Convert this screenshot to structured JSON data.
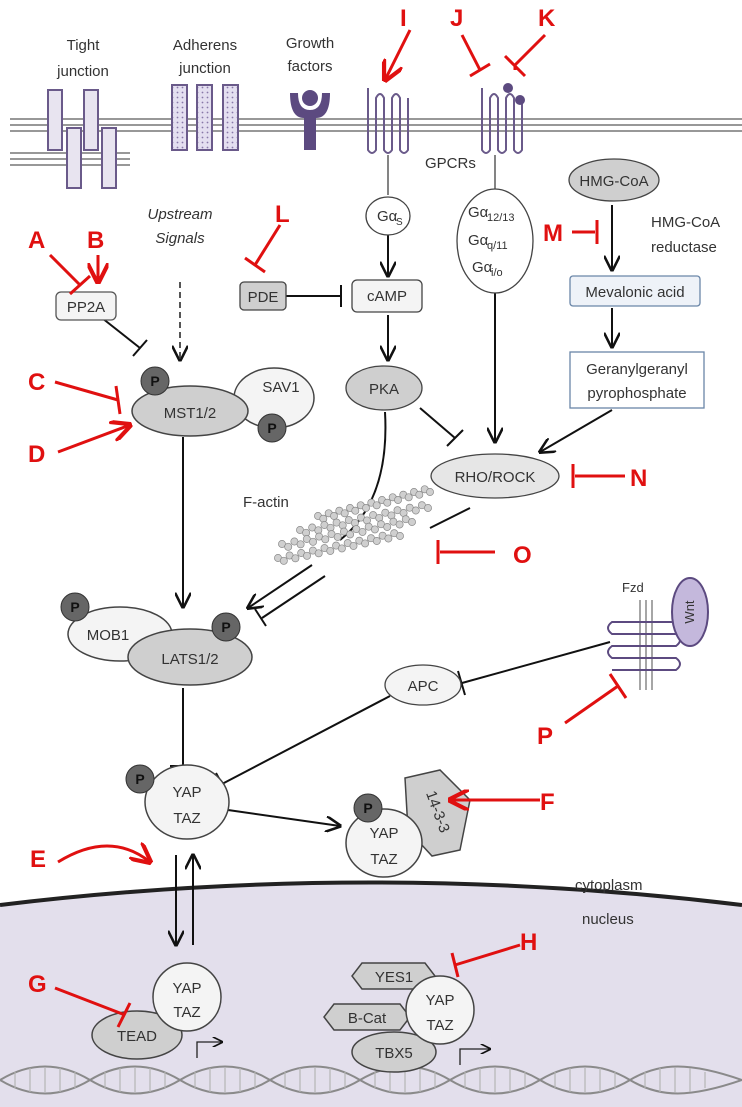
{
  "membrane": {
    "tight_junction": [
      "Tight",
      "junction"
    ],
    "adherens_junction": [
      "Adherens",
      "junction"
    ],
    "growth_factors": [
      "Growth",
      "factors"
    ],
    "gpcrs": "GPCRs"
  },
  "compartments": {
    "cytoplasm": "cytoplasm",
    "nucleus": "nucleus"
  },
  "nodes": {
    "upstream": [
      "Upstream",
      "Signals"
    ],
    "pp2a": "PP2A",
    "mst": "MST1/2",
    "sav1": "SAV1",
    "p": "P",
    "mob1": "MOB1",
    "lats": "LATS1/2",
    "pde": "PDE",
    "camp": "cAMP",
    "gas": "Gα",
    "gas_sub": "S",
    "g1213": "Gα",
    "g1213_sub": "12/13",
    "gq11": "Gα",
    "gq11_sub": "q/11",
    "gio": "Gα",
    "gio_sub": "i/o",
    "pka": "PKA",
    "hmgcoa": "HMG-CoA",
    "hmgcoa_reductase": [
      "HMG-CoA",
      "reductase"
    ],
    "mevalonic": "Mevalonic acid",
    "ggpp": [
      "Geranylgeranyl",
      "pyrophosphate"
    ],
    "rho_rock": "RHO/ROCK",
    "factin": "F-actin",
    "fzd": "Fzd",
    "wnt": "Wnt",
    "apc": "APC",
    "yap": "YAP",
    "taz": "TAZ",
    "p1433": "14-3-3",
    "tead": "TEAD",
    "yes1": "YES1",
    "bcat": "B-Cat",
    "tbx5": "TBX5"
  },
  "drug_labels": {
    "A": "A",
    "B": "B",
    "C": "C",
    "D": "D",
    "E": "E",
    "F": "F",
    "G": "G",
    "H": "H",
    "I": "I",
    "J": "J",
    "K": "K",
    "L": "L",
    "M": "M",
    "N": "N",
    "O": "O",
    "P": "P"
  },
  "colors": {
    "inhibitor_red": "#e01010",
    "membrane_purple": "#6a5a8a",
    "nucleus_fill": "#e3dfec",
    "node_fill": "#f0f0f0",
    "node_dark": "#cfcfcf",
    "phospho": "#666666"
  }
}
